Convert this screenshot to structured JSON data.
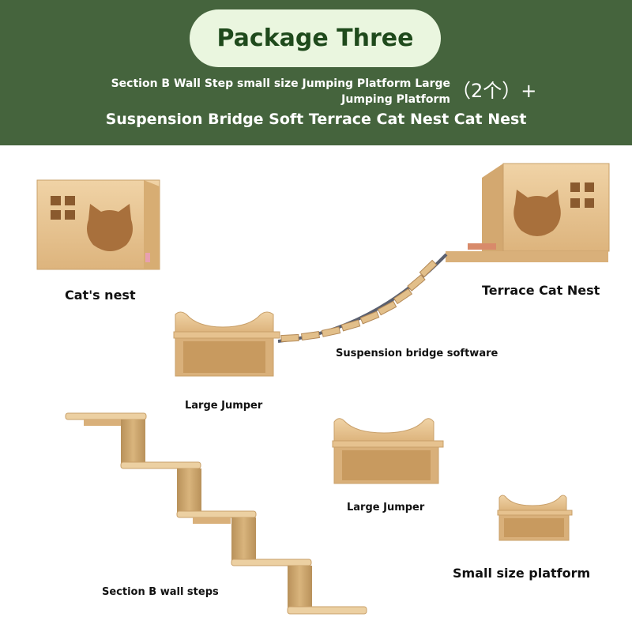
{
  "header": {
    "title": "Package Three",
    "line1": "Section B Wall Step small size Jumping Platform Large Jumping Platform",
    "quantity": "（2个）+",
    "line2": "Suspension Bridge Soft Terrace Cat Nest Cat Nest"
  },
  "labels": {
    "cats_nest": "Cat's nest",
    "terrace_cat_nest": "Terrace Cat Nest",
    "suspension_bridge": "Suspension bridge software",
    "large_jumper_1": "Large Jumper",
    "large_jumper_2": "Large Jumper",
    "small_platform": "Small size platform",
    "wall_steps": "Section B wall steps"
  },
  "colors": {
    "header_bg": "#45643d",
    "pill_bg": "#eaf6df",
    "title_text": "#1f4a1c",
    "wood": "#e6c28f",
    "wood_dark": "#c9a06a",
    "sisal": "#c9a46b"
  }
}
